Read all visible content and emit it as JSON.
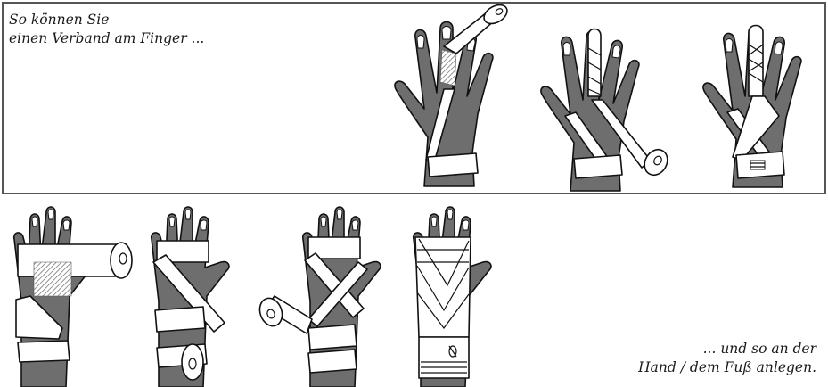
{
  "caption_top": {
    "line1": "So können Sie",
    "line2": "einen Verband am Finger ..."
  },
  "caption_bottom": {
    "line1": "... und so an der",
    "line2": "Hand / dem Fuß anlegen."
  },
  "colors": {
    "skin": "#6e6e6e",
    "bandage": "#ffffff",
    "outline": "#111111",
    "frame": "#555555"
  },
  "figures": {
    "finger_steps": [
      "finger-step-1",
      "finger-step-2",
      "finger-step-3"
    ],
    "hand_steps": [
      "hand-step-1",
      "hand-step-2",
      "hand-step-3",
      "hand-step-4"
    ]
  }
}
